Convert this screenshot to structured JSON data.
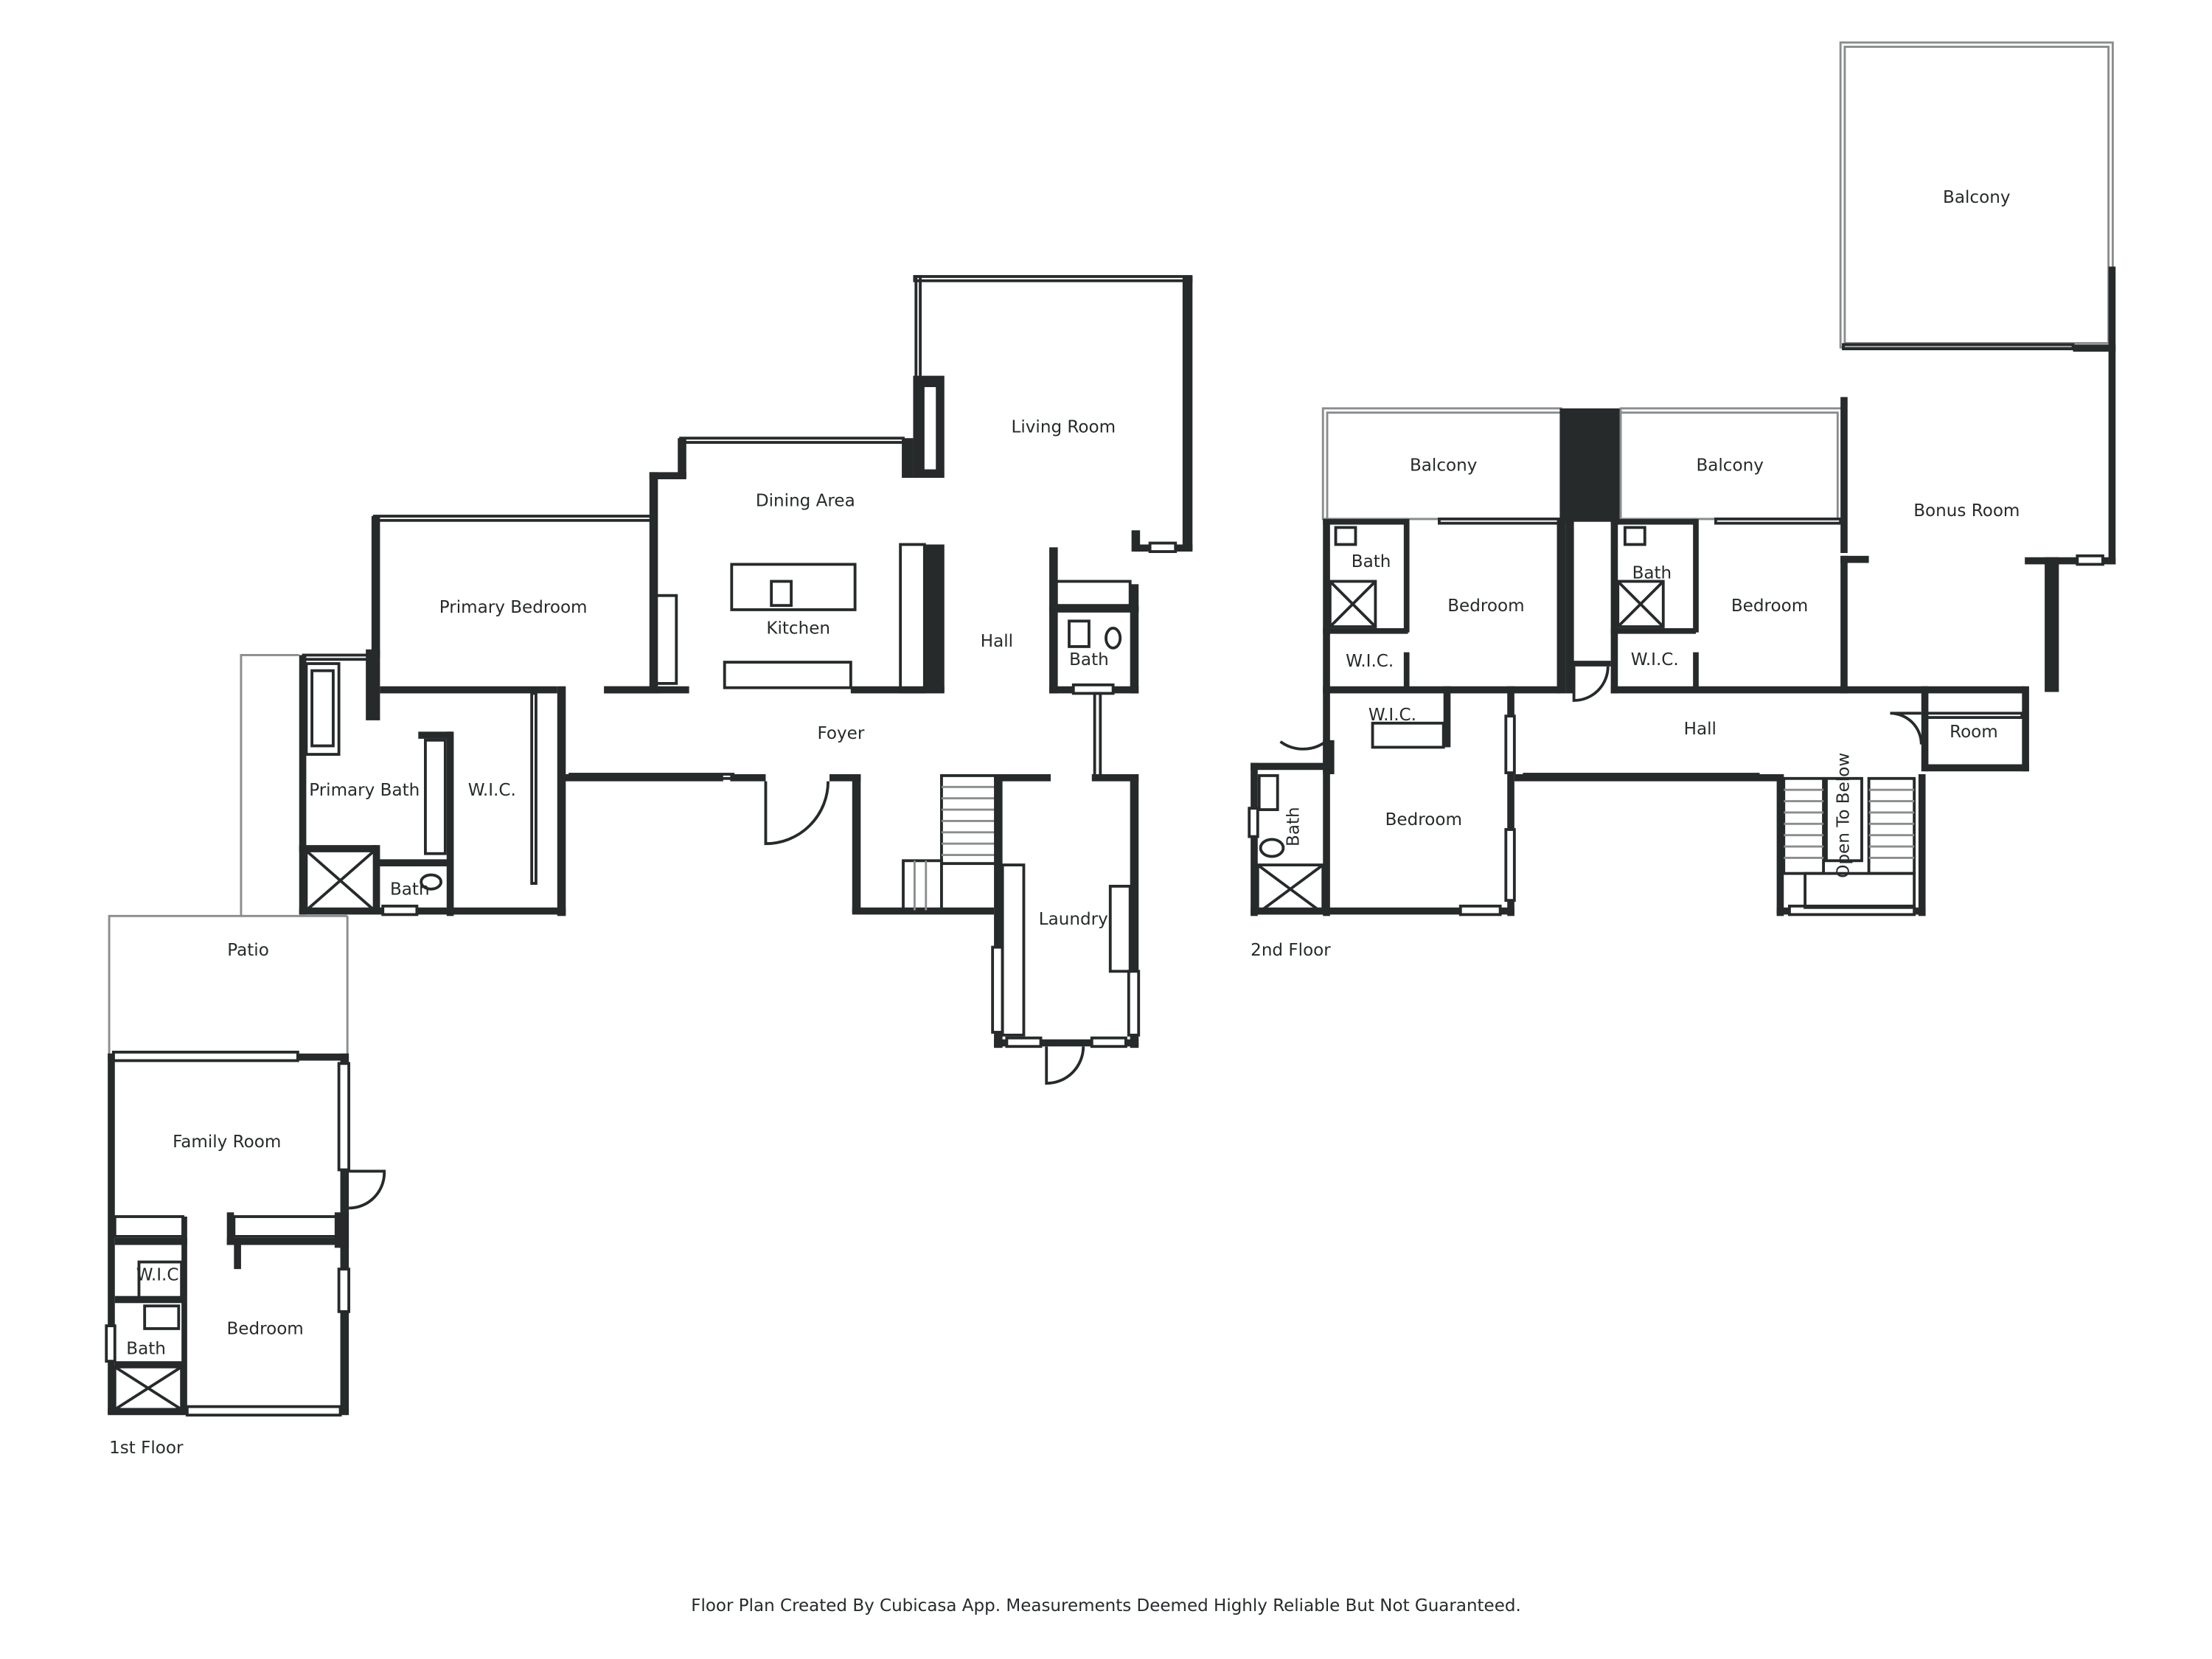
{
  "floor1": {
    "label": "1st Floor",
    "rooms": {
      "living_room": "Living Room",
      "dining_area": "Dining Area",
      "kitchen": "Kitchen",
      "hall": "Hall",
      "bath_hall": "Bath",
      "primary_bedroom": "Primary Bedroom",
      "foyer": "Foyer",
      "primary_bath": "Primary Bath",
      "wic_primary": "W.I.C.",
      "bath_primary_small": "Bath",
      "laundry": "Laundry",
      "patio": "Patio",
      "family_room": "Family Room",
      "wic_lower": "W.I.C.",
      "bath_lower": "Bath",
      "bedroom_lower": "Bedroom"
    }
  },
  "floor2": {
    "label": "2nd Floor",
    "rooms": {
      "balcony_top": "Balcony",
      "balcony_left": "Balcony",
      "balcony_mid": "Balcony",
      "bonus_room": "Bonus Room",
      "bath_1": "Bath",
      "bedroom_1": "Bedroom",
      "wic_1": "W.I.C.",
      "bath_2": "Bath",
      "bedroom_2": "Bedroom",
      "wic_2": "W.I.C.",
      "wic_3": "W.I.C.",
      "bedroom_3": "Bedroom",
      "bath_3": "Bath",
      "hall": "Hall",
      "room": "Room",
      "open_to_below": "Open To Below"
    }
  },
  "footer": "Floor Plan Created By Cubicasa App. Measurements Deemed Highly Reliable But Not Guaranteed."
}
